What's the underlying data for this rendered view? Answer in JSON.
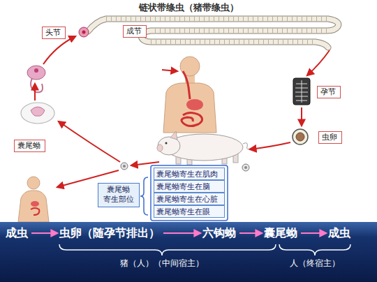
{
  "diagram": {
    "title": "链状带绦虫（猪带绦虫）",
    "nodes": [
      {
        "text": [
          "头节"
        ]
      },
      {
        "text": [
          "成节"
        ]
      },
      {
        "text": [
          "孕节"
        ]
      },
      {
        "text": [
          "虫卵"
        ]
      },
      {
        "text": [
          "囊尾蚴"
        ]
      },
      {
        "text": [
          "囊尾蚴 寄生部位"
        ]
      },
      {
        "text": [
          "囊尾蚴寄生在肌肉"
        ]
      },
      {
        "text": [
          "囊尾蚴寄生在脑"
        ]
      },
      {
        "text": [
          "囊尾蚴寄生在心脏"
        ]
      },
      {
        "text": [
          "囊尾蚴寄生在眼"
        ]
      },
      {
        "text": [
          "成虫"
        ]
      },
      {
        "text": [
          "虫卵（随孕节排出）"
        ]
      },
      {
        "text": [
          "六钩蚴"
        ]
      },
      {
        "text": [
          "囊尾蚴"
        ]
      },
      {
        "text": [
          "成虫"
        ]
      }
    ],
    "edges": [
      {
        "from": 10,
        "to": 11,
        "arrow": "to"
      },
      {
        "from": 11,
        "to": 12,
        "arrow": "to"
      },
      {
        "from": 12,
        "to": 13,
        "arrow": "to"
      },
      {
        "from": 13,
        "to": 14,
        "arrow": "to"
      }
    ],
    "labels": [
      "猪（人）（中间宿主）",
      "人（终宿主）"
    ]
  }
}
